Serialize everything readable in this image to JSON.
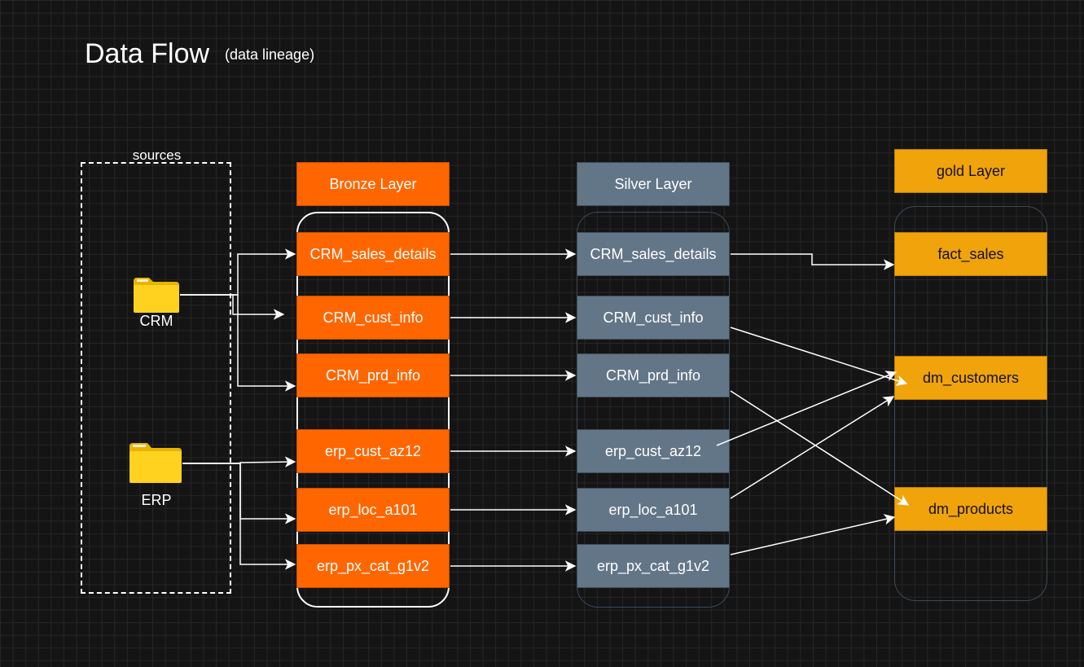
{
  "title": "Data Flow",
  "subtitle": "(data lineage)",
  "sources": {
    "label": "sources",
    "crm": {
      "label": "CRM",
      "icon": "folder-icon"
    },
    "erp": {
      "label": "ERP",
      "icon": "folder-icon"
    }
  },
  "bronze": {
    "header": "Bronze Layer",
    "color": "#ff6600",
    "nodes": [
      "CRM_sales_details",
      "CRM_cust_info",
      "CRM_prd_info",
      "erp_cust_az12",
      "erp_loc_a101",
      "erp_px_cat_g1v2"
    ]
  },
  "silver": {
    "header": "Silver Layer",
    "color": "#637688",
    "nodes": [
      "CRM_sales_details",
      "CRM_cust_info",
      "CRM_prd_info",
      "erp_cust_az12",
      "erp_loc_a101",
      "erp_px_cat_g1v2"
    ]
  },
  "gold": {
    "header": "gold Layer",
    "color": "#f0a30a",
    "nodes": [
      "fact_sales",
      "dm_customers",
      "dm_products"
    ]
  }
}
